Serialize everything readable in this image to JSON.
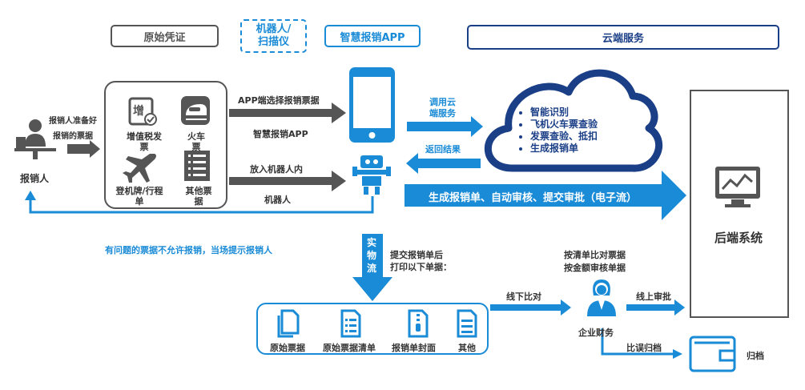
{
  "headers": {
    "original": "原始凭证",
    "robot": "机器人/\n扫描仪",
    "app": "智慧报销APP",
    "cloud": "云端服务"
  },
  "reimburser": {
    "prep_line1": "报销人准备好",
    "prep_line2": "报销的票据",
    "label": "报销人"
  },
  "documents": {
    "vat": "增值税发\n票",
    "train": "火车\n票",
    "boarding": "登机牌/行程\n单",
    "other": "其他票\n据"
  },
  "flow": {
    "app_select": "APP端选择报销票据",
    "app_name": "智慧报销APP",
    "put_robot": "放入机器人内",
    "robot": "机器人",
    "call_cloud": "调用云\n端服务",
    "return_result": "返回结果",
    "big_arrow": "生成报销单、自动审核、提交审批（电子流）",
    "problem": "有问题的票据不允许报销，当场提示报销人",
    "physical": "实\n物\n流",
    "print_note": "提交报销单后\n打印以下单据：",
    "offline": "线下比对",
    "online": "线上审批",
    "mismatch": "比误归档"
  },
  "cloud_services": [
    "智能识别",
    "飞机火车票查验",
    "发票查验、抵扣",
    "生成报销单"
  ],
  "backend": {
    "label": "后端系统"
  },
  "finance": {
    "note_line1": "按清单比对票据",
    "note_line2": "按金额审核单据",
    "label": "企业财务"
  },
  "print_docs": [
    "原始票据",
    "原始票据清单",
    "报销单封面",
    "其他"
  ],
  "archive": {
    "label": "归档"
  },
  "colors": {
    "blue": "#1a8bd6",
    "navy": "#1b3f87",
    "gray": "#555555",
    "dark": "#333333"
  }
}
